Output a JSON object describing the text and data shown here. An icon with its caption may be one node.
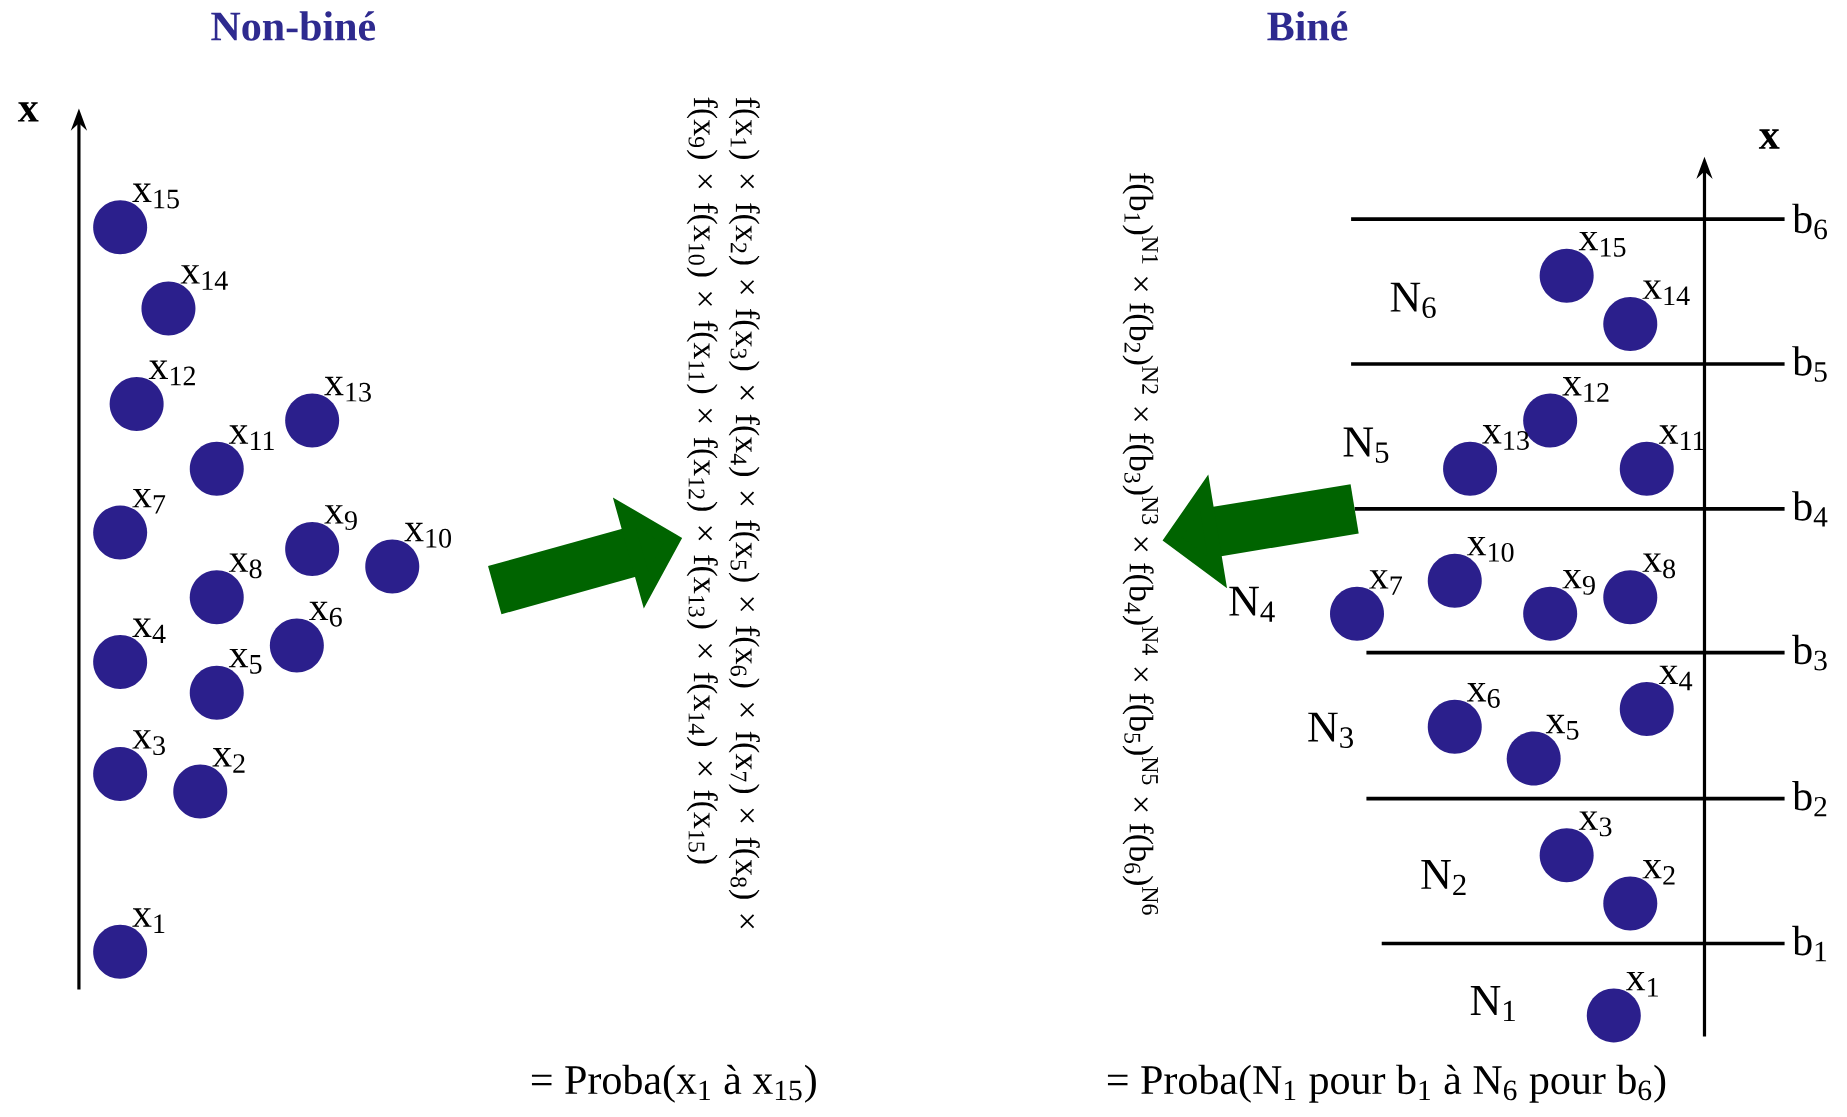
{
  "diagram": {
    "nodes": [
      {
        "text": [],
        "shape": "circle",
        "beside": [
          "x$_{1}$"
        ]
      },
      {
        "text": [],
        "shape": "circle",
        "beside": [
          "x$_{2}$"
        ]
      },
      {
        "text": [],
        "shape": "circle",
        "beside": [
          "x$_{3}$"
        ]
      },
      {
        "text": [],
        "shape": "circle",
        "beside": [
          "x$_{4}$"
        ]
      },
      {
        "text": [],
        "shape": "circle",
        "beside": [
          "x$_{5}$"
        ]
      },
      {
        "text": [],
        "shape": "circle",
        "beside": [
          "x$_{6}$"
        ]
      },
      {
        "text": [],
        "shape": "circle",
        "beside": [
          "x$_{7}$"
        ]
      },
      {
        "text": [],
        "shape": "circle",
        "beside": [
          "x$_{8}$"
        ]
      },
      {
        "text": [],
        "shape": "circle",
        "beside": [
          "x$_{9}$"
        ]
      },
      {
        "text": [],
        "shape": "circle",
        "beside": [
          "x$_{10}$"
        ]
      },
      {
        "text": [],
        "shape": "circle",
        "beside": [
          "x$_{11}$"
        ]
      },
      {
        "text": [],
        "shape": "circle",
        "beside": [
          "x$_{12}$"
        ]
      },
      {
        "text": [],
        "shape": "circle",
        "beside": [
          "x$_{13}$"
        ]
      },
      {
        "text": [],
        "shape": "circle",
        "beside": [
          "x$_{14}$"
        ]
      },
      {
        "text": [],
        "shape": "circle",
        "beside": [
          "x$_{15}$"
        ]
      },
      {
        "text": [
          "f(x$_{1}$) × f(x$_{2}$) × f(x$_{3}$) × f(x$_{4}$) × f(x$_{5}$) × f(x$_{6}$) × f(x$_{7}$) × f(x$_{8}$) × f(x$_{9}$) × f(x$_{10}$) × f(x$_{11}$) × f(x$_{12}$) × f(x$_{13}$) × f(x$_{14}$) × f(x$_{15}$)"
        ]
      },
      {
        "text": [
          "f(b$_{1}$)$^{N1}$ × f(b$_{2}$)$^{N2}$ × f(b$_{3}$)$^{N3}$ × f(b$_{4}$)$^{N4}$ × f(b$_{5}$)$^{N5}$ × f(b$_{6}$)$^{N6}$"
        ]
      },
      {
        "text": [],
        "shape": "circle",
        "beside": [
          "x$_{1}$"
        ]
      },
      {
        "text": [],
        "shape": "circle",
        "beside": [
          "x$_{2}$"
        ]
      },
      {
        "text": [],
        "shape": "circle",
        "beside": [
          "x$_{3}$"
        ]
      },
      {
        "text": [],
        "shape": "circle",
        "beside": [
          "x$_{4}$"
        ]
      },
      {
        "text": [],
        "shape": "circle",
        "beside": [
          "x$_{5}$"
        ]
      },
      {
        "text": [],
        "shape": "circle",
        "beside": [
          "x$_{6}$"
        ]
      },
      {
        "text": [],
        "shape": "circle",
        "beside": [
          "x$_{7}$"
        ]
      },
      {
        "text": [],
        "shape": "circle",
        "beside": [
          "x$_{8}$"
        ]
      },
      {
        "text": [],
        "shape": "circle",
        "beside": [
          "x$_{9}$"
        ]
      },
      {
        "text": [],
        "shape": "circle",
        "beside": [
          "x$_{10}$"
        ]
      },
      {
        "text": [],
        "shape": "circle",
        "beside": [
          "x$_{11}$"
        ]
      },
      {
        "text": [],
        "shape": "circle",
        "beside": [
          "x$_{12}$"
        ]
      },
      {
        "text": [],
        "shape": "circle",
        "beside": [
          "x$_{13}$"
        ]
      },
      {
        "text": [],
        "shape": "circle",
        "beside": [
          "x$_{14}$"
        ]
      },
      {
        "text": [],
        "shape": "circle",
        "beside": [
          "x$_{15}$"
        ]
      }
    ],
    "edges": [
      {
        "from": null,
        "to": 15,
        "arrow": "to"
      },
      {
        "from": null,
        "to": 16,
        "arrow": "to"
      }
    ],
    "labels": [
      "Non-biné",
      "Biné",
      "x",
      "x",
      "b$_{6}$",
      "N$_{6}$",
      "b$_{5}$",
      "N$_{5}$",
      "b$_{4}$",
      "N$_{4}$",
      "b$_{3}$",
      "N$_{3}$",
      "b$_{2}$",
      "N$_{2}$",
      "b$_{1}$",
      "N$_{1}$",
      "= Proba(x$_{1}$ à x$_{15}$)",
      "= Proba(N$_{1}$ pour b$_{1}$ à N$_{6}$ pour b$_{6}$)"
    ]
  }
}
